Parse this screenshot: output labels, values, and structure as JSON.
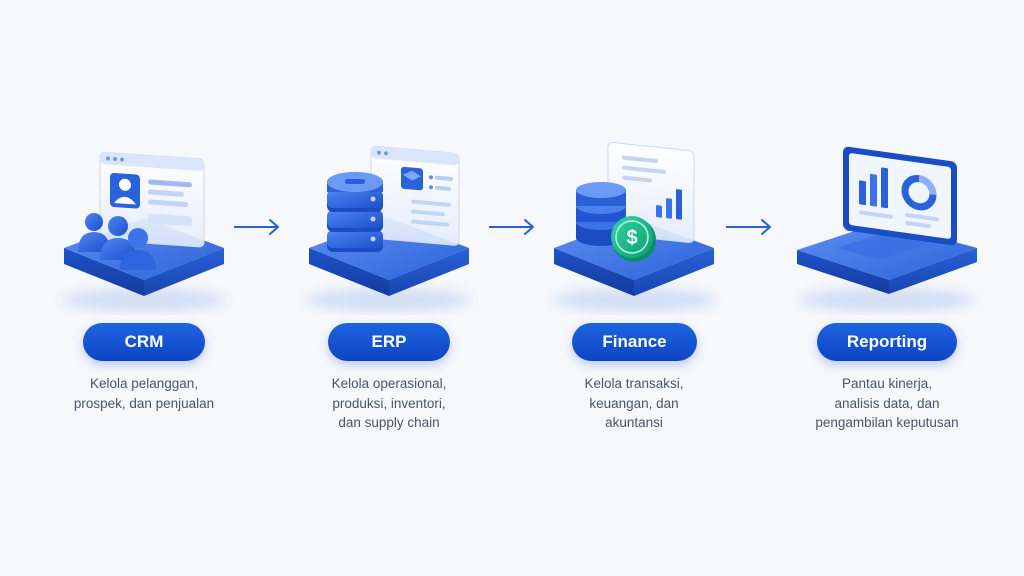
{
  "steps": [
    {
      "id": "crm",
      "label": "CRM",
      "icon": "crm-users-icon",
      "description_lines": [
        "Kelola pelanggan,",
        "prospek, dan penjualan"
      ]
    },
    {
      "id": "erp",
      "label": "ERP",
      "icon": "erp-server-icon",
      "description_lines": [
        "Kelola operasional,",
        "produksi, inventori,",
        "dan supply chain"
      ]
    },
    {
      "id": "finance",
      "label": "Finance",
      "icon": "finance-coins-icon",
      "description_lines": [
        "Kelola transaksi,",
        "keuangan, dan",
        "akuntansi"
      ]
    },
    {
      "id": "reporting",
      "label": "Reporting",
      "icon": "reporting-laptop-icon",
      "description_lines": [
        "Pantau kinerja,",
        "analisis data, dan",
        "pengambilan keputusan"
      ]
    }
  ],
  "colors": {
    "primary": "#1252d6",
    "primary_dark": "#0c3fa8",
    "accent_green": "#12b886",
    "text": "#4a5568",
    "background": "#f6f8fc"
  }
}
